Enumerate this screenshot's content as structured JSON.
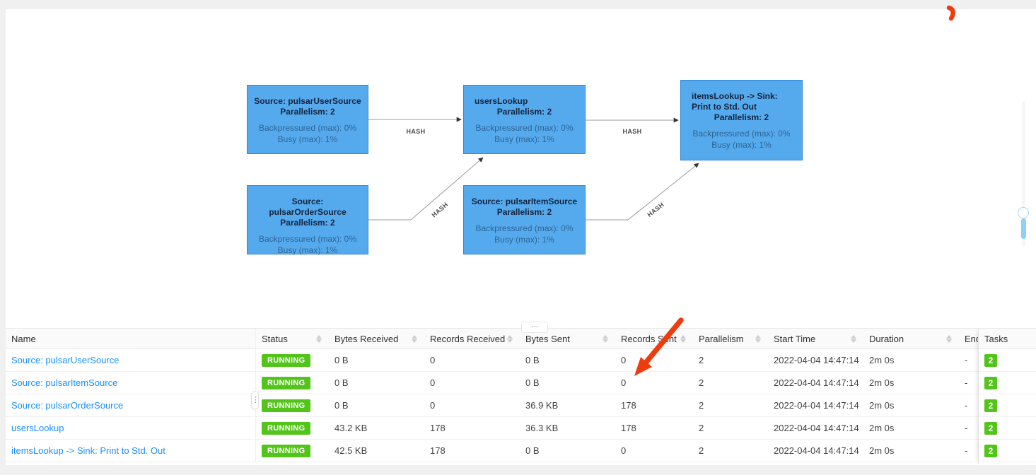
{
  "graph": {
    "nodes": [
      {
        "title": "Source: pulsarUserSource",
        "parallelism": "Parallelism: 2",
        "backpressured": "Backpressured (max): 0%",
        "busy": "Busy (max): 1%"
      },
      {
        "title": "usersLookup",
        "parallelism": "Parallelism: 2",
        "backpressured": "Backpressured (max): 0%",
        "busy": "Busy (max): 1%"
      },
      {
        "title": "itemsLookup -> Sink: Print to Std. Out",
        "parallelism": "Parallelism: 2",
        "backpressured": "Backpressured (max): 0%",
        "busy": "Busy (max): 1%"
      },
      {
        "title": "Source: pulsarOrderSource",
        "parallelism": "Parallelism: 2",
        "backpressured": "Backpressured (max): 0%",
        "busy": "Busy (max): 1%"
      },
      {
        "title": "Source: pulsarItemSource",
        "parallelism": "Parallelism: 2",
        "backpressured": "Backpressured (max): 0%",
        "busy": "Busy (max): 1%"
      }
    ],
    "edges": [
      {
        "label": "HASH"
      },
      {
        "label": "HASH"
      },
      {
        "label": "HASH"
      },
      {
        "label": "HASH"
      }
    ]
  },
  "controls": {
    "expander_label": "⋯",
    "drag_handle_label": "⋮"
  },
  "table": {
    "headers": {
      "name": "Name",
      "status": "Status",
      "bytes_received": "Bytes Received",
      "records_received": "Records Received",
      "bytes_sent": "Bytes Sent",
      "records_sent": "Records Sent",
      "parallelism": "Parallelism",
      "start_time": "Start Time",
      "duration": "Duration",
      "end_time": "End Time",
      "tasks": "Tasks"
    },
    "rows": [
      {
        "name": "Source: pulsarUserSource",
        "status": "RUNNING",
        "bytes_received": "0 B",
        "records_received": "0",
        "bytes_sent": "0 B",
        "records_sent": "0",
        "parallelism": "2",
        "start_time": "2022-04-04 14:47:14",
        "duration": "2m 0s",
        "end_time": "-",
        "tasks": "2"
      },
      {
        "name": "Source: pulsarItemSource",
        "status": "RUNNING",
        "bytes_received": "0 B",
        "records_received": "0",
        "bytes_sent": "0 B",
        "records_sent": "0",
        "parallelism": "2",
        "start_time": "2022-04-04 14:47:14",
        "duration": "2m 0s",
        "end_time": "-",
        "tasks": "2"
      },
      {
        "name": "Source: pulsarOrderSource",
        "status": "RUNNING",
        "bytes_received": "0 B",
        "records_received": "0",
        "bytes_sent": "36.9 KB",
        "records_sent": "178",
        "parallelism": "2",
        "start_time": "2022-04-04 14:47:14",
        "duration": "2m 0s",
        "end_time": "-",
        "tasks": "2"
      },
      {
        "name": "usersLookup",
        "status": "RUNNING",
        "bytes_received": "43.2 KB",
        "records_received": "178",
        "bytes_sent": "36.3 KB",
        "records_sent": "178",
        "parallelism": "2",
        "start_time": "2022-04-04 14:47:14",
        "duration": "2m 0s",
        "end_time": "-",
        "tasks": "2"
      },
      {
        "name": "itemsLookup -> Sink: Print to Std. Out",
        "status": "RUNNING",
        "bytes_received": "42.5 KB",
        "records_received": "178",
        "bytes_sent": "0 B",
        "records_sent": "0",
        "parallelism": "2",
        "start_time": "2022-04-04 14:47:14",
        "duration": "2m 0s",
        "end_time": "-",
        "tasks": "2"
      }
    ]
  },
  "colors": {
    "node_fill": "#55aaee",
    "node_border": "#2f86d4",
    "status_green": "#52c41a",
    "link_blue": "#1890ff",
    "annotation_red": "#ee3c0f",
    "header_bg": "#fafafa"
  }
}
